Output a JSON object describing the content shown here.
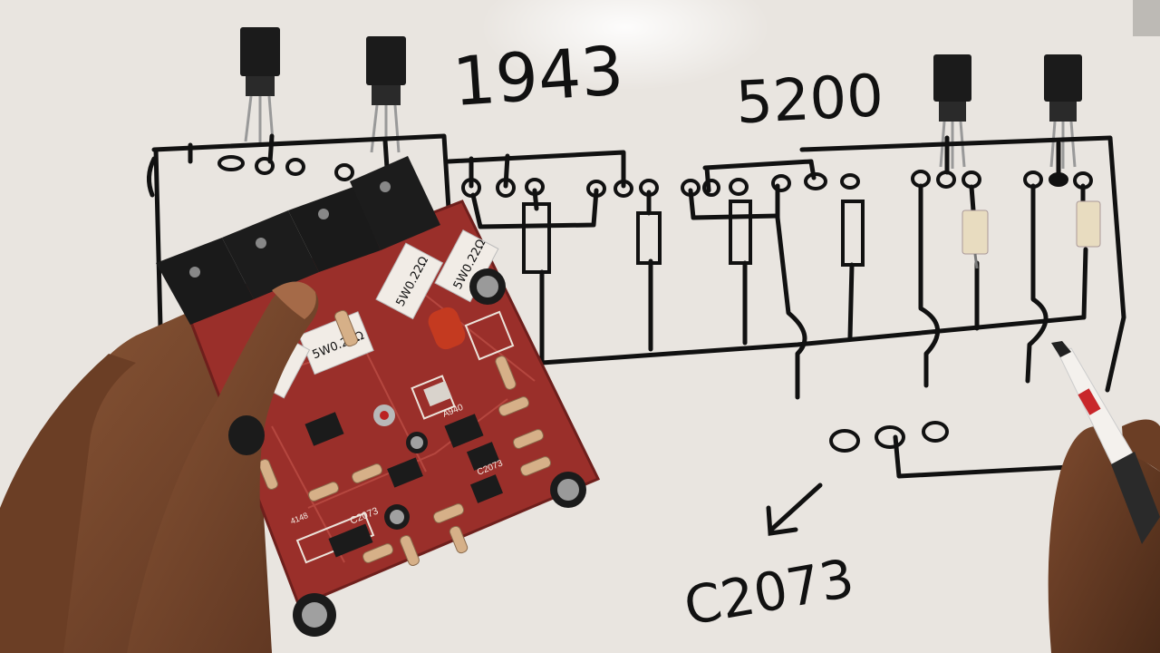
{
  "whiteboard": {
    "label_left": "1943",
    "label_right": "5200",
    "label_arrow": "C2073"
  },
  "board": {
    "resistor_value": "5W0.22Ω",
    "part_c2073": "C2073",
    "part_a940": "A940",
    "part_4148": "4148"
  },
  "colors": {
    "whiteboard": "#e9e5e0",
    "ink": "#111111",
    "pcb": "#9a2f2a",
    "skin": "#7a4a30"
  }
}
